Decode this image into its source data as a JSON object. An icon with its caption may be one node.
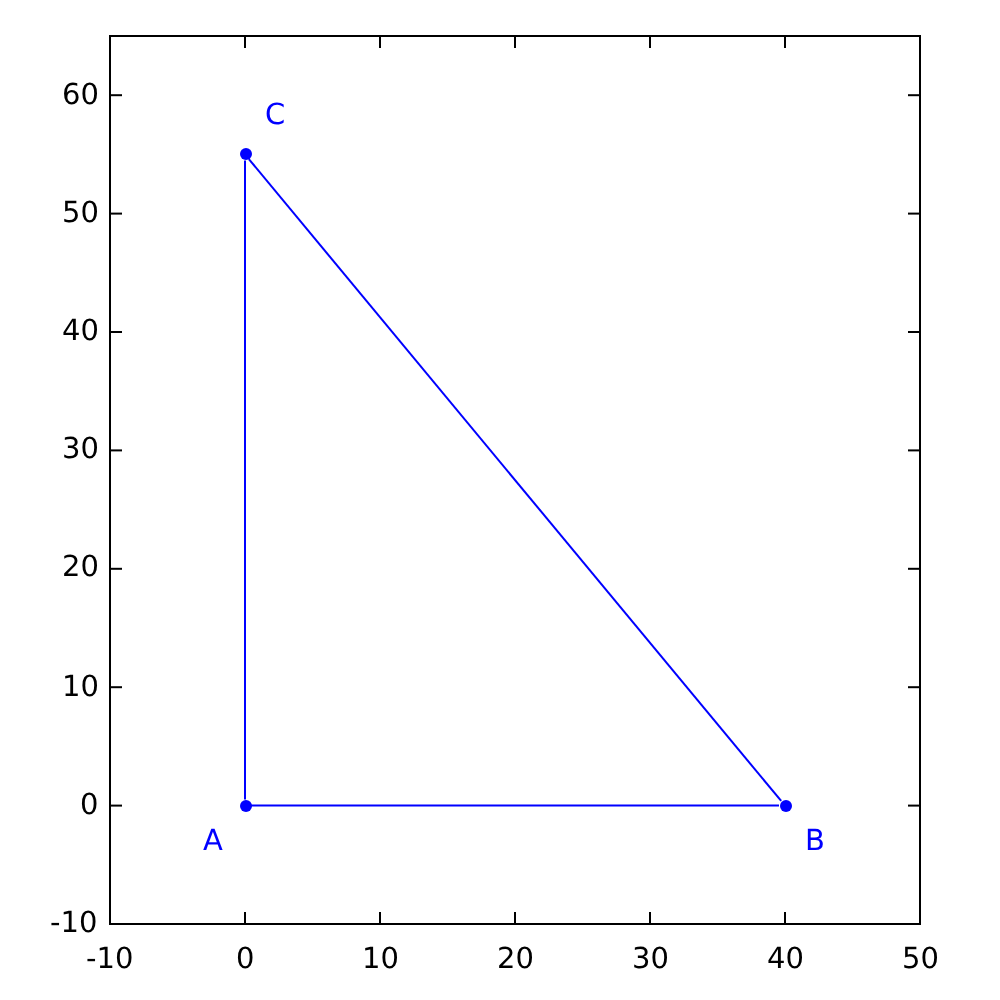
{
  "diagram": {
    "nodes": [
      {
        "text": [],
        "shape": "circle",
        "beside": [
          "C"
        ]
      },
      {
        "text": [],
        "shape": "circle",
        "beside": [
          "A"
        ]
      },
      {
        "text": [],
        "shape": "circle",
        "beside": [
          "B"
        ]
      }
    ],
    "edges": [
      {
        "from": 1,
        "to": 2,
        "arrow": "none"
      },
      {
        "from": 2,
        "to": 0,
        "arrow": "none"
      },
      {
        "from": 0,
        "to": 1,
        "arrow": "none"
      }
    ],
    "labels": [
      "60",
      "50",
      "40",
      "30",
      "20",
      "10",
      "0",
      "-10",
      "-10",
      "0",
      "10",
      "20",
      "30",
      "40",
      "50"
    ]
  }
}
